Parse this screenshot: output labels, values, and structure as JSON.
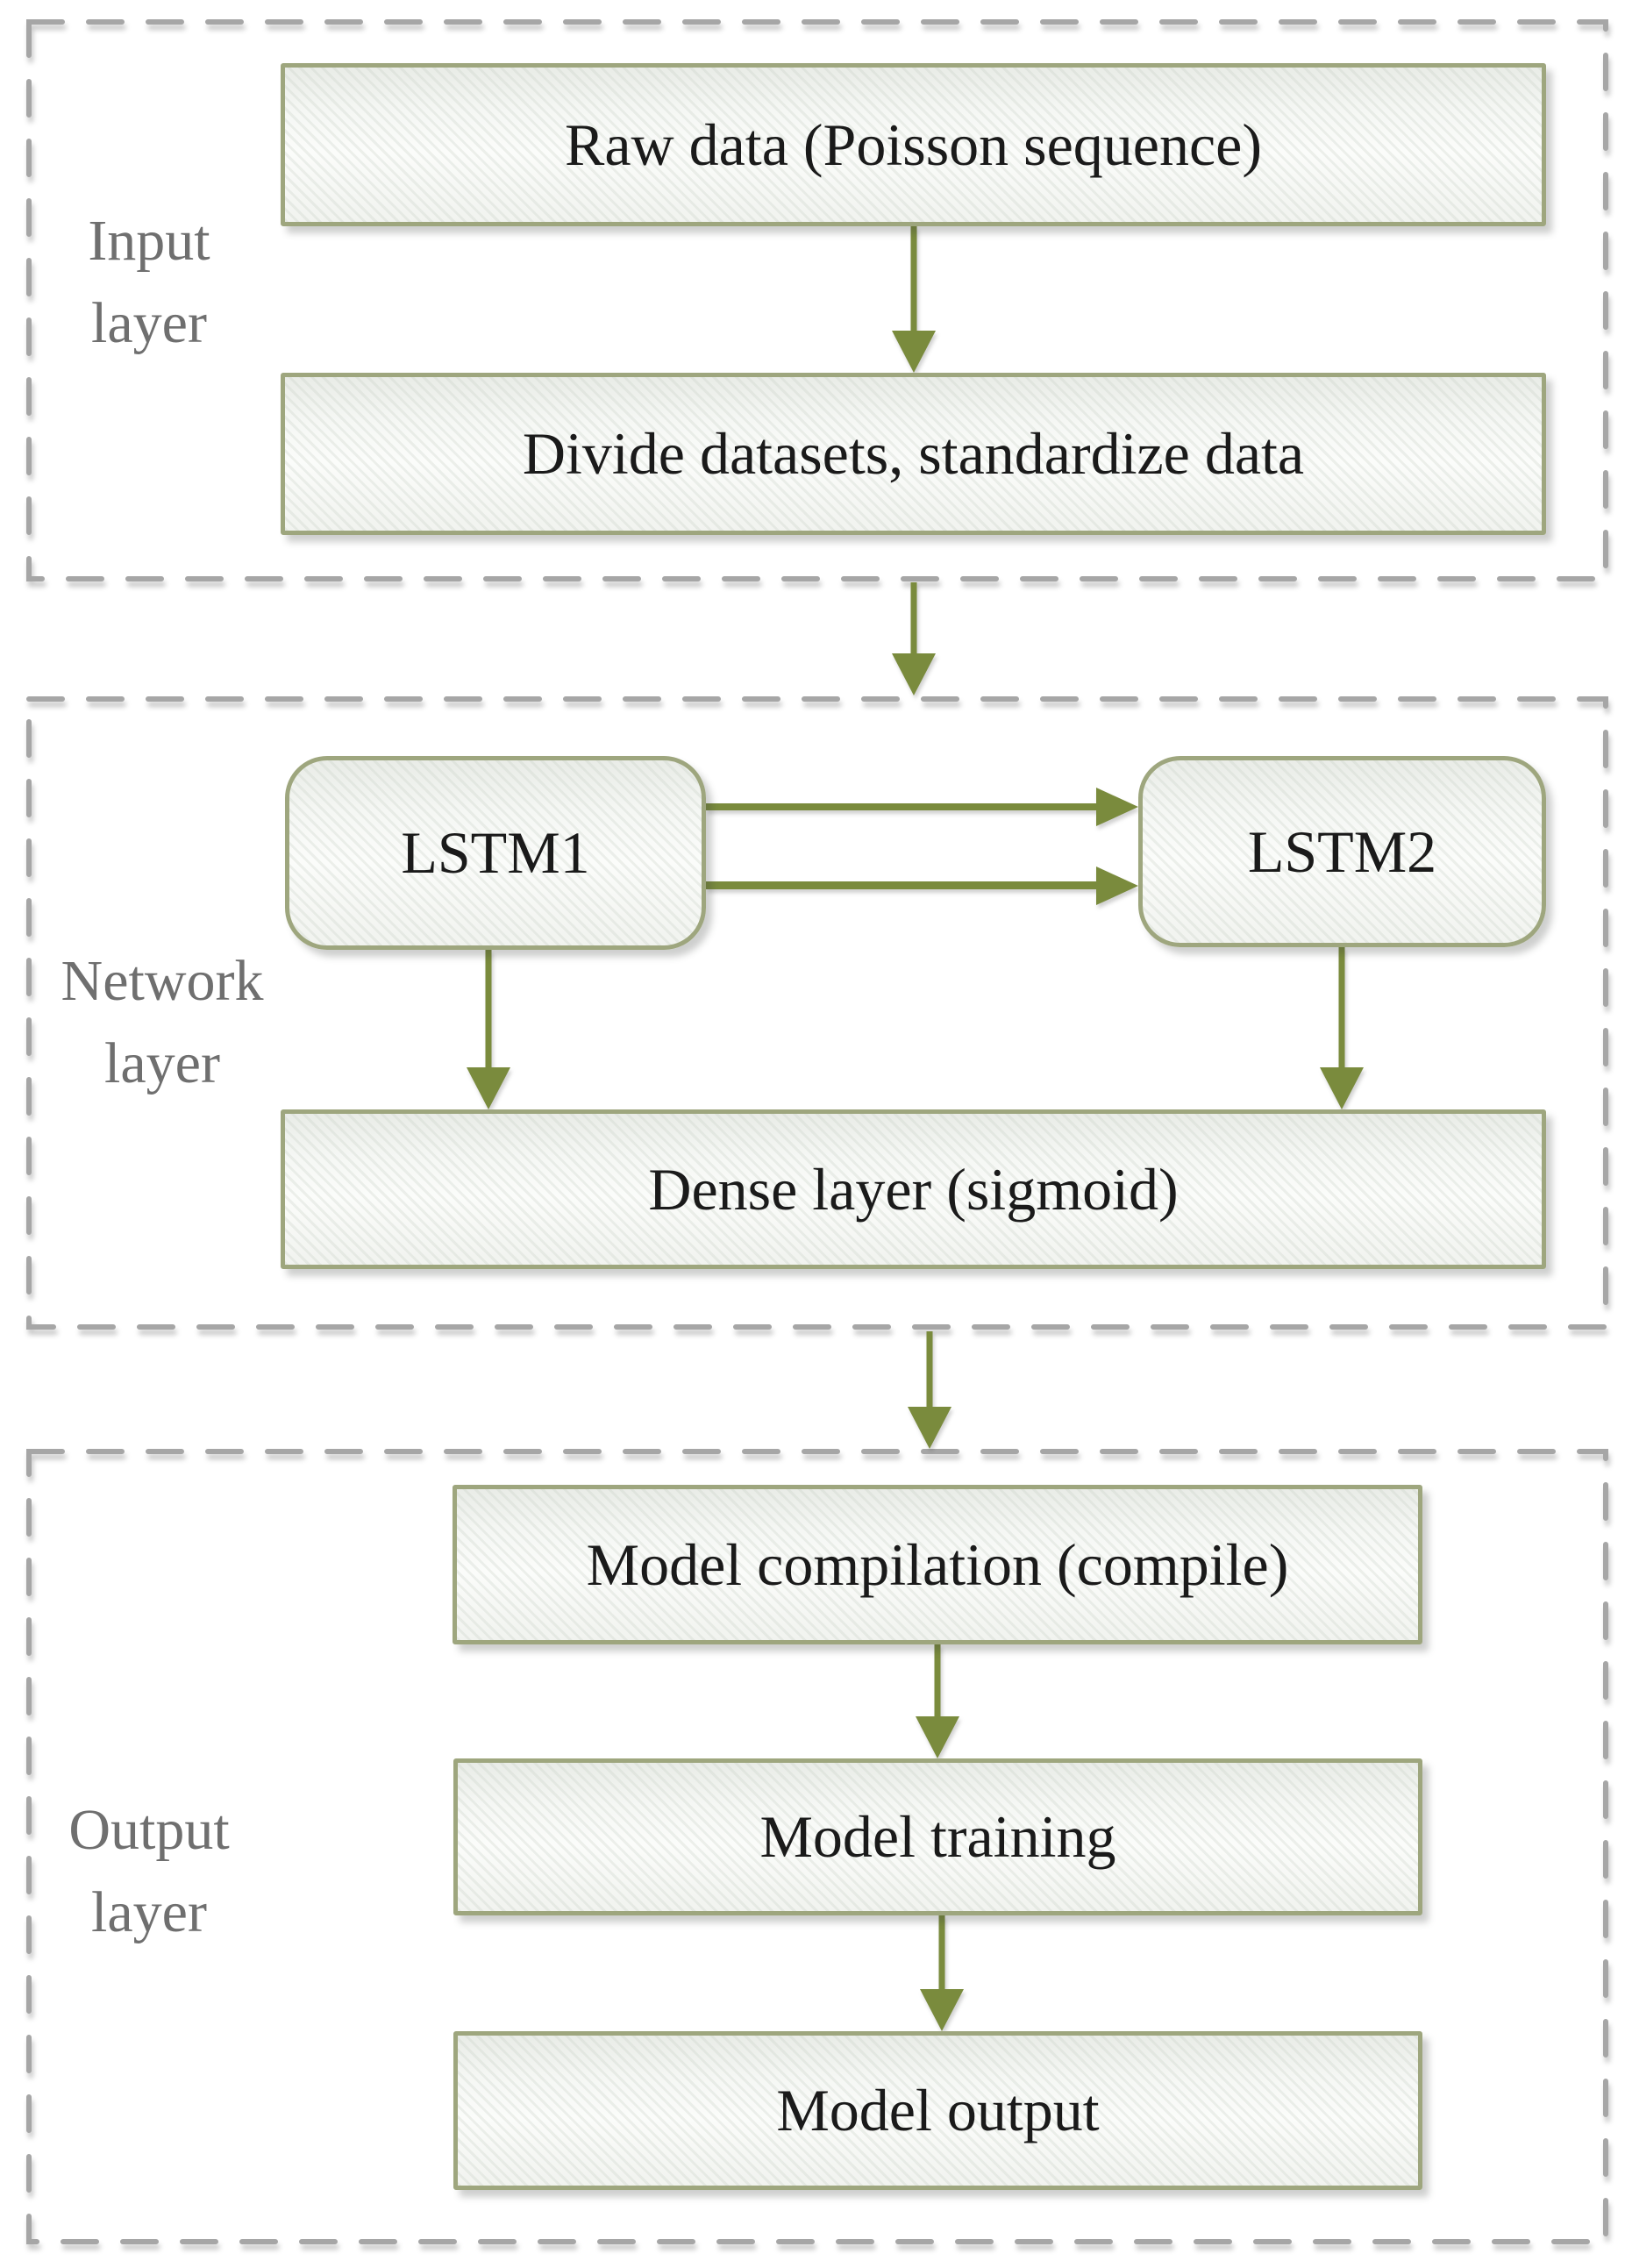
{
  "sections": {
    "input": {
      "label": "Input layer"
    },
    "network": {
      "label": "Network layer"
    },
    "output": {
      "label": "Output layer"
    }
  },
  "nodes": {
    "raw_data": {
      "label": "Raw data (Poisson sequence)"
    },
    "divide": {
      "label": "Divide datasets, standardize data"
    },
    "lstm1": {
      "label": "LSTM1"
    },
    "lstm2": {
      "label": "LSTM2"
    },
    "dense": {
      "label": "Dense layer (sigmoid)"
    },
    "model_compilation": {
      "label": "Model compilation (compile)"
    },
    "model_training": {
      "label": "Model training"
    },
    "model_output": {
      "label": "Model output"
    }
  },
  "connections": [
    {
      "from": "raw_data",
      "to": "divide"
    },
    {
      "from": "input_layer",
      "to": "network_layer"
    },
    {
      "from": "lstm1",
      "to": "lstm2",
      "note": "upper arrow"
    },
    {
      "from": "lstm1",
      "to": "lstm2",
      "note": "lower arrow"
    },
    {
      "from": "lstm1",
      "to": "dense"
    },
    {
      "from": "lstm2",
      "to": "dense"
    },
    {
      "from": "network_layer",
      "to": "output_layer"
    },
    {
      "from": "model_compilation",
      "to": "model_training"
    },
    {
      "from": "model_training",
      "to": "model_output"
    }
  ],
  "colors": {
    "arrow_green": "#7a8b3d",
    "box_border": "#9ea67e",
    "box_fill": "#f2f4f0",
    "dashed_border": "#a6a6a6",
    "node_text": "#1a1a1a",
    "section_label_text": "#6f6f6f"
  }
}
